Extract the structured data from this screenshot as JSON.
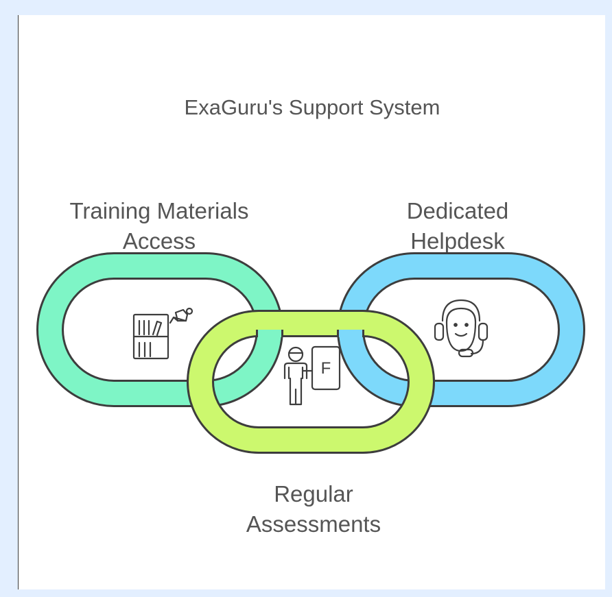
{
  "title": "ExaGuru's Support System",
  "links": [
    {
      "label_line1": "Training Materials",
      "label_line2": "Access",
      "color": "#7ef5c6",
      "icon": "bookshelf-badminton-icon"
    },
    {
      "label_line1": "Dedicated",
      "label_line2": "Helpdesk",
      "color": "#7dd9fb",
      "icon": "headset-support-icon"
    },
    {
      "label_line1": "Regular",
      "label_line2": "Assessments",
      "color": "#ccf86e",
      "icon": "teacher-board-icon"
    }
  ],
  "board_letter": "F",
  "colors": {
    "outline": "#3d3d3d",
    "text": "#555555",
    "background": "#e3efff"
  }
}
